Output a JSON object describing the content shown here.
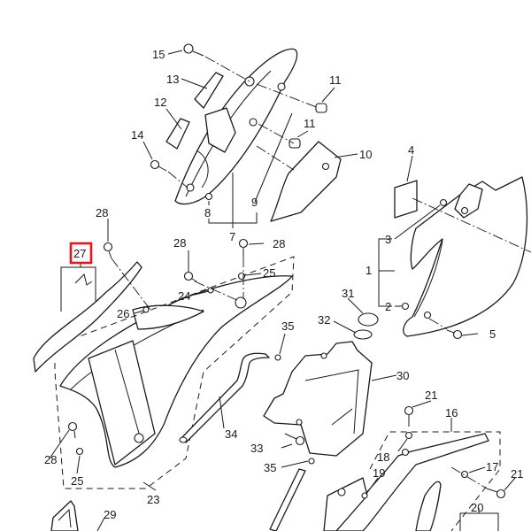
{
  "diagram": {
    "title": "Side cover / air scoop exploded parts diagram",
    "highlight": {
      "part_number": "27",
      "color": "#e8141b"
    },
    "callouts": {
      "c1": "1",
      "c2": "2",
      "c3": "3",
      "c4": "4",
      "c5": "5",
      "c7": "7",
      "c8": "8",
      "c9": "9",
      "c10": "10",
      "c11a": "11",
      "c11b": "11",
      "c12": "12",
      "c13": "13",
      "c14": "14",
      "c15": "15",
      "c16": "16",
      "c17": "17",
      "c18": "18",
      "c19": "19",
      "c20": "20",
      "c21a": "21",
      "c21b": "21",
      "c23": "23",
      "c24": "24",
      "c25a": "25",
      "c25b": "25",
      "c26": "26",
      "c27": "27",
      "c28a": "28",
      "c28b": "28",
      "c28c": "28",
      "c28d": "28",
      "c29": "29",
      "c30": "30",
      "c31": "31",
      "c32": "32",
      "c33": "33",
      "c34": "34",
      "c35a": "35",
      "c35b": "35"
    }
  }
}
